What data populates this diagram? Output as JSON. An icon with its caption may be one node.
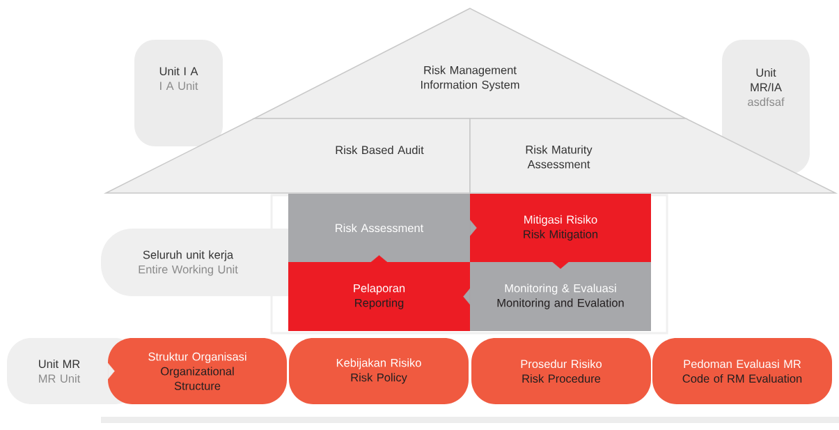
{
  "diagram": {
    "nodes": [
      {
        "text": [
          "Unit I A",
          "I A Unit"
        ]
      },
      {
        "text": [
          "Unit MR/IA",
          "asdfsaf"
        ]
      },
      {
        "text": [
          "Risk Management Information System"
        ]
      },
      {
        "text": [
          "Risk Based Audit"
        ]
      },
      {
        "text": [
          "Risk Maturity Assessment"
        ]
      },
      {
        "text": [
          "Seluruh unit kerja",
          "Entire Working Unit"
        ]
      },
      {
        "text": [
          "Risk Assessment"
        ]
      },
      {
        "text": [
          "Mitigasi Risiko",
          "Risk Mitigation"
        ]
      },
      {
        "text": [
          "Pelaporan",
          "Reporting"
        ]
      },
      {
        "text": [
          "Monitoring & Evaluasi",
          "Monitoring and Evalation"
        ]
      },
      {
        "text": [
          "Unit MR",
          "MR Unit"
        ]
      },
      {
        "text": [
          "Struktur Organisasi",
          "Organizational Structure"
        ]
      },
      {
        "text": [
          "Kebijakan Risiko",
          "Risk Policy"
        ]
      },
      {
        "text": [
          "Prosedur Risiko",
          "Risk Procedure"
        ]
      },
      {
        "text": [
          "Pedoman Evaluasi MR",
          "Code of RM Evaluation"
        ]
      }
    ],
    "edges": [
      {
        "from": 6,
        "to": 7,
        "arrow": "to",
        "color": "#a7a8ab"
      },
      {
        "from": 7,
        "to": 9,
        "arrow": "to",
        "color": "#ec1c24"
      },
      {
        "from": 9,
        "to": 8,
        "arrow": "to",
        "color": "#a7a8ab"
      },
      {
        "from": 8,
        "to": 6,
        "arrow": "to",
        "color": "#ec1c24"
      },
      {
        "from": 10,
        "to": 11,
        "arrow": "to",
        "color": "#efefef"
      }
    ]
  }
}
